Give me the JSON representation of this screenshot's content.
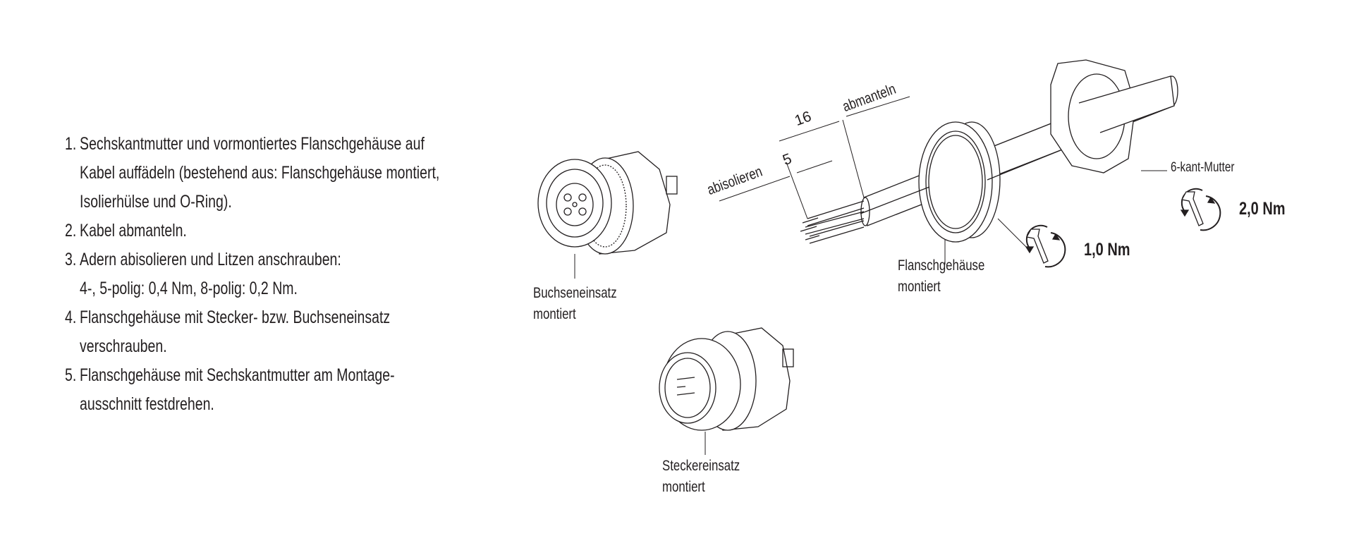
{
  "instructions": [
    {
      "number": "1.",
      "lines": [
        "Sechskantmutter und vormontiertes Flanschgehäuse auf",
        "Kabel auffädeln (bestehend aus: Flanschgehäuse montiert,",
        "Isolierhülse und O-Ring)."
      ]
    },
    {
      "number": "2.",
      "lines": [
        "Kabel abmanteln."
      ]
    },
    {
      "number": "3.",
      "lines": [
        "Adern abisolieren und Litzen anschrauben:",
        "4-, 5-polig: 0,4 Nm, 8-polig: 0,2 Nm."
      ]
    },
    {
      "number": "4.",
      "lines": [
        "Flanschgehäuse mit Stecker- bzw. Buchseneinsatz",
        "verschrauben."
      ]
    },
    {
      "number": "5.",
      "lines": [
        "Flanschgehäuse mit Sechskantmutter am Montage-",
        "ausschnitt festdrehen."
      ]
    }
  ],
  "diagram": {
    "labels": {
      "female_insert": [
        "Buchseneinsatz",
        "montiert"
      ],
      "male_insert": [
        "Steckereinsatz",
        "montiert"
      ],
      "flange_housing": [
        "Flanschgehäuse",
        "montiert"
      ],
      "hex_nut": "6-kant-Mutter",
      "strip": "abisolieren",
      "strip_jacket": "abmanteln"
    },
    "dimensions": {
      "jacket_length": "16",
      "strip_length": "5"
    },
    "torques": {
      "flange": "1,0 Nm",
      "nut": "2,0 Nm"
    }
  }
}
